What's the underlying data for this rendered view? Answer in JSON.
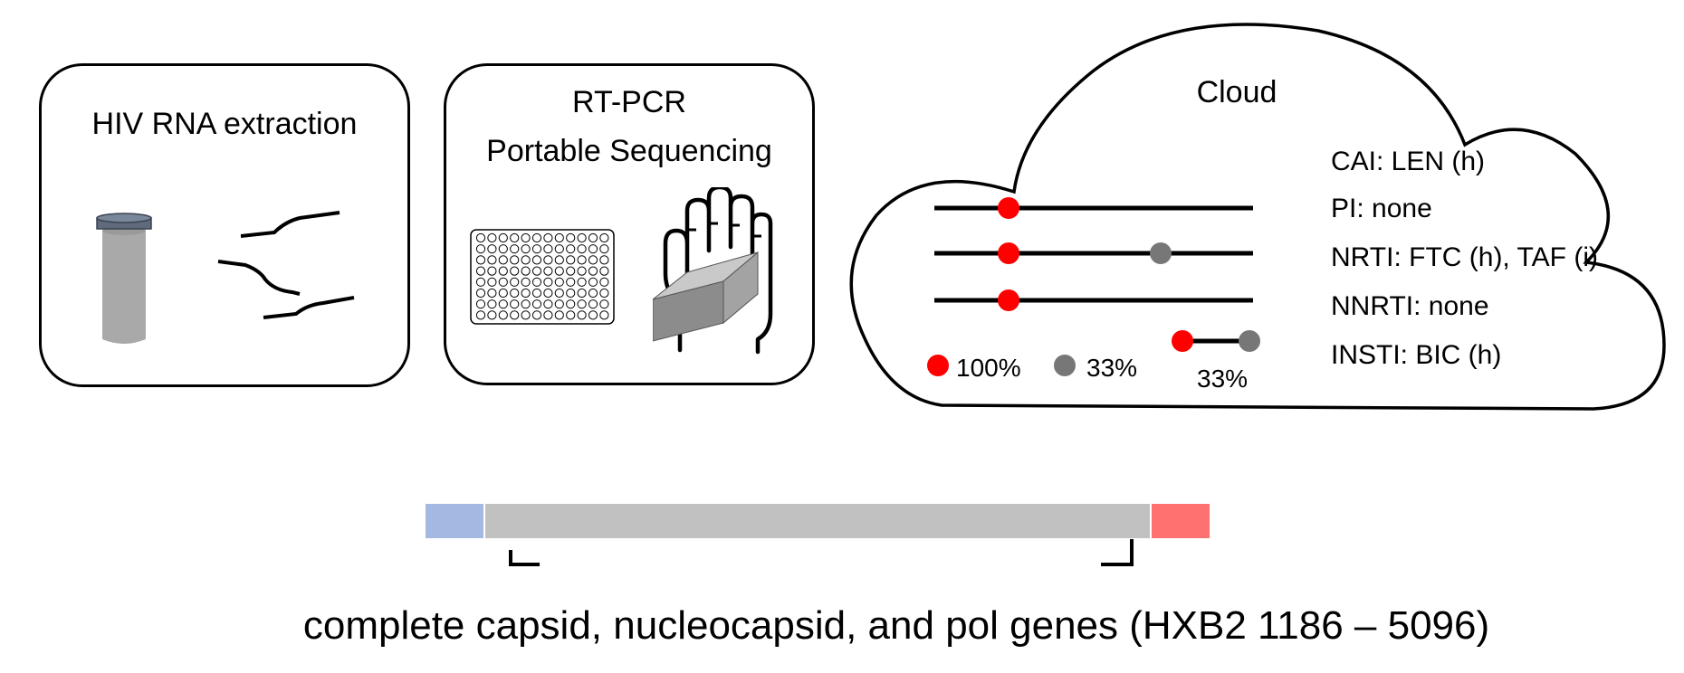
{
  "panels": {
    "extraction": {
      "title": "HIV RNA extraction"
    },
    "sequencing": {
      "title_line1": "RT-PCR",
      "title_line2": "Portable Sequencing"
    },
    "cloud": {
      "title": "Cloud",
      "drug_classes": [
        {
          "label": "CAI: LEN (h)"
        },
        {
          "label": "PI: none"
        },
        {
          "label": "NRTI: FTC (h), TAF (i)"
        },
        {
          "label": "NNRTI: none"
        },
        {
          "label": "INSTI: BIC (h)"
        }
      ],
      "legend": {
        "red_label": "100%",
        "gray_label": "33%",
        "linked_label": "33%",
        "red_color": "#ff0000",
        "gray_color": "#777777"
      }
    }
  },
  "genome": {
    "label": "complete capsid, nucleocapsid, and pol genes (HXB2 1186 – 5096)",
    "colors": {
      "left": "#a3b9e2",
      "middle": "#c1c1c1",
      "right": "#ff7070"
    }
  }
}
